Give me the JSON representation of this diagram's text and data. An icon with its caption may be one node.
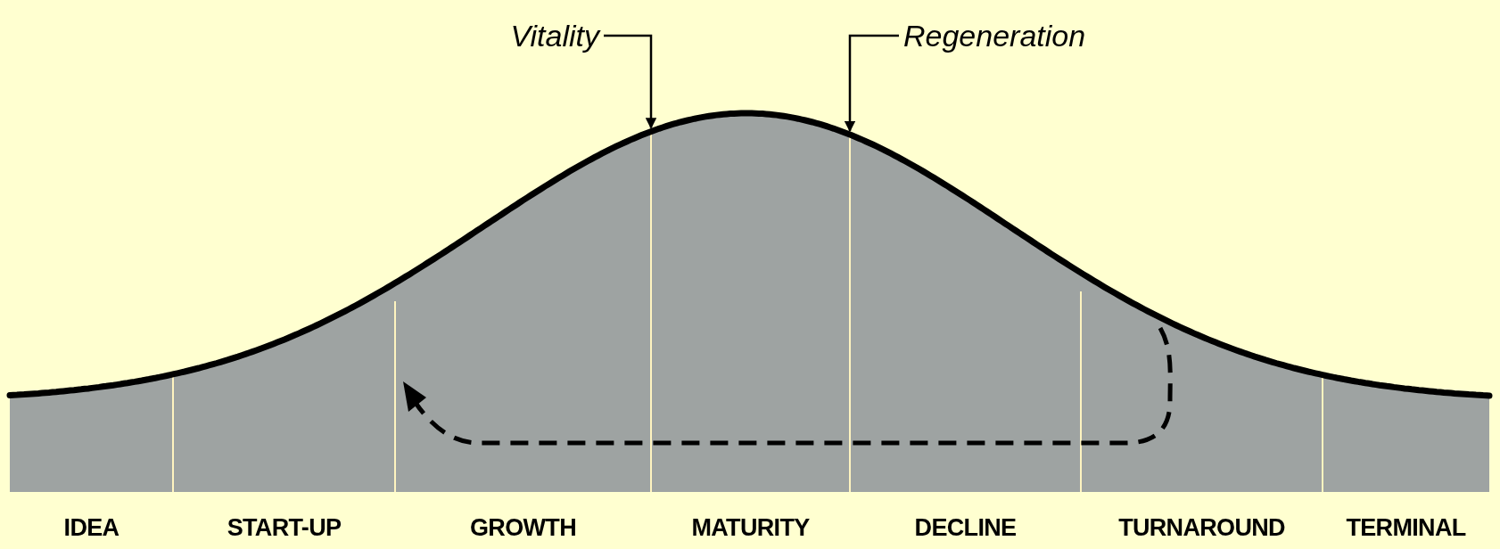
{
  "diagram": {
    "nodes": [
      {
        "text": [
          "Vitality"
        ]
      },
      {
        "text": [
          "Regeneration"
        ]
      },
      {
        "text": [],
        "shape": "curve"
      }
    ],
    "edges": [
      {
        "from": 0,
        "to": 2,
        "arrow": "to"
      },
      {
        "from": 1,
        "to": 2,
        "arrow": "to"
      }
    ],
    "labels": [
      "IDEA",
      "START-UP",
      "GROWTH",
      "MATURITY",
      "DECLINE",
      "TURNAROUND",
      "TERMINAL"
    ]
  }
}
